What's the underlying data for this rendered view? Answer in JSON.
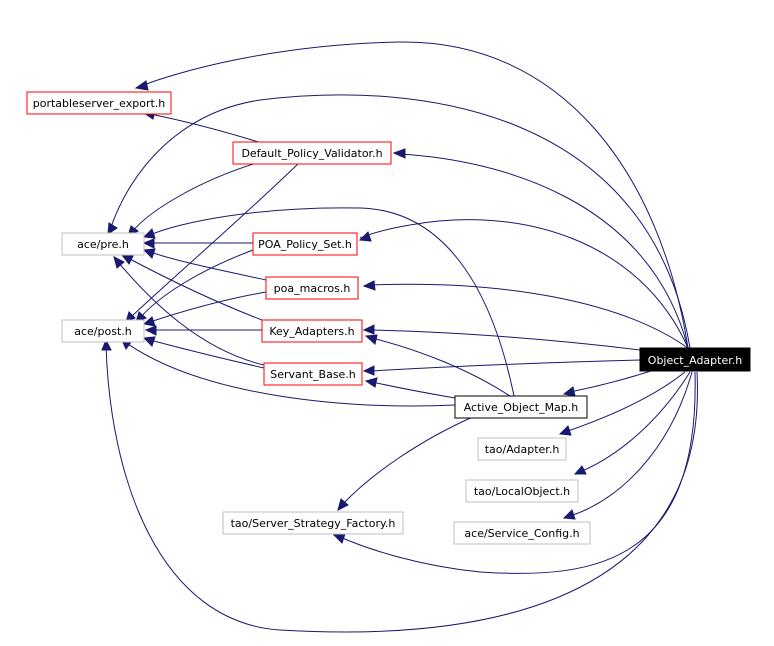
{
  "colors": {
    "edge": "#191970",
    "border_red": "#ff0000",
    "border_gray": "#bfbfbf",
    "border_black": "#000000",
    "focus_fill": "#000000",
    "focus_text": "#ffffff",
    "text": "#000000"
  },
  "nodes": {
    "object_adapter": "Object_Adapter.h",
    "portableserver_export": "portableserver_export.h",
    "default_policy_validator": "Default_Policy_Validator.h",
    "ace_pre": "ace/pre.h",
    "poa_policy_set": "POA_Policy_Set.h",
    "poa_macros": "poa_macros.h",
    "ace_post": "ace/post.h",
    "key_adapters": "Key_Adapters.h",
    "servant_base": "Servant_Base.h",
    "active_object_map": "Active_Object_Map.h",
    "tao_adapter": "tao/Adapter.h",
    "tao_localobject": "tao/LocalObject.h",
    "tao_server_strategy_factory": "tao/Server_Strategy_Factory.h",
    "ace_service_config": "ace/Service_Config.h"
  }
}
